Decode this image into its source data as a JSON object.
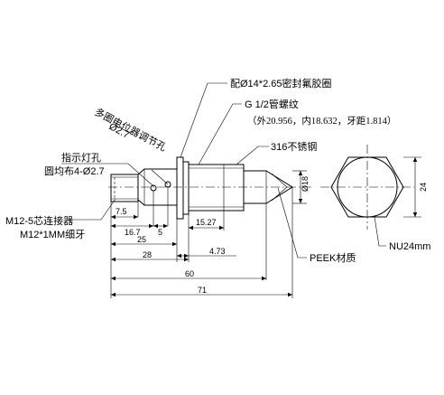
{
  "labels": {
    "seal_ring": "配Ø14*2.65密封氟胶圈",
    "thread": "G 1/2管螺纹",
    "thread_spec": "（外20.956，内18.632，牙距1.814）",
    "steel": "316不锈钢",
    "pot_hole": "多圈电位器调节孔",
    "pot_dia": "Ø2.7",
    "indicator": "指示灯孔",
    "indicator_spec": "圆均布4-Ø2.7",
    "connector": "M12-5芯连接器",
    "connector_thread": "M12*1MM细牙",
    "peek": "PEEK材质",
    "nut": "NU24mm"
  },
  "dimensions": {
    "d_7_5": "7.5",
    "d_16_7": "16.7",
    "d_5": "5",
    "d_25": "25",
    "d_28": "28",
    "d_15_27": "15.27",
    "d_4_73": "4.73",
    "d_60": "60",
    "d_71": "71",
    "d_phi18": "Ø18",
    "d_24": "24"
  }
}
